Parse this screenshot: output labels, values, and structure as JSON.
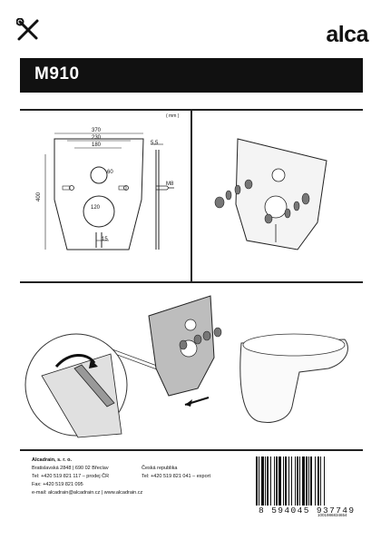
{
  "header": {
    "brand": "alca",
    "tools_icon": "tools-icon"
  },
  "title": "M910",
  "units_label": "( mm )",
  "dimensions": {
    "width_370": "370",
    "width_230": "230",
    "width_180": "180",
    "dia_60": "60",
    "dia_120": "120",
    "height_400": "400",
    "slot_15": "15",
    "thickness_5": "5,5",
    "bolt_m8": "M8"
  },
  "footer": {
    "company": "Alcadrain, s. r. o.",
    "address": "Bratislavská 2848 | 690 02 Břeclav",
    "tel": "Tel: +420 519 821 117 – prodej ČR",
    "fax": "Fax: +420 519 821 095",
    "email_web": "e-mail: alcadrain@alcadrain.cz | www.alcadrain.cz",
    "country": "Česká republika",
    "tel_export": "Tel: +420 519 821 041 – export"
  },
  "barcode_number": "8 594045 937749",
  "product_code": "1001986834654"
}
